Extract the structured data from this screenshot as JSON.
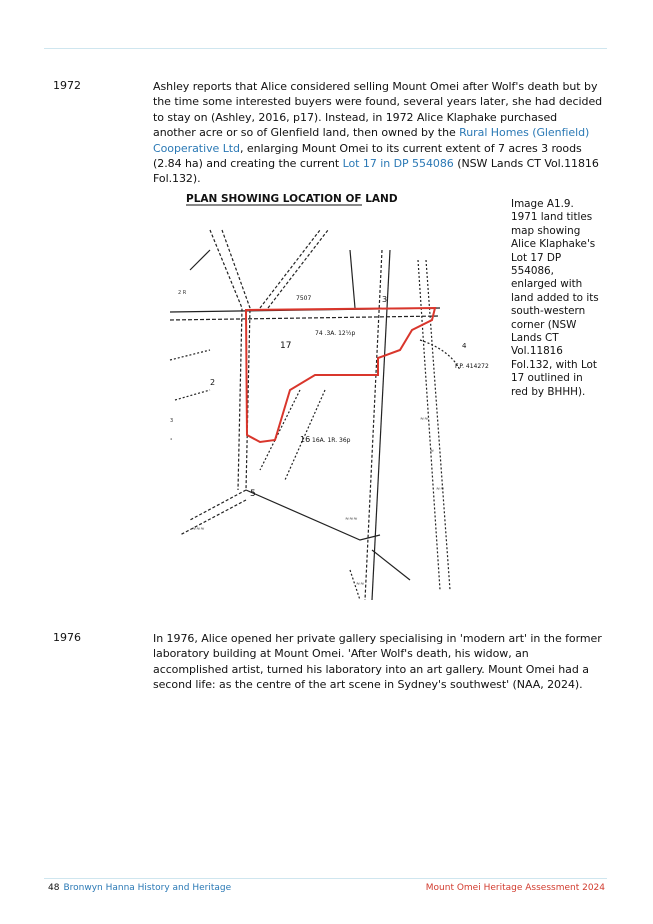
{
  "sections": [
    {
      "year": "1972",
      "text_parts": [
        "Ashley reports that Alice considered selling Mount Omei after Wolf's death but by the time some interested buyers were found, several years later, she had decided to stay on (Ashley, 2016, p17). Instead, in 1972 Alice Klaphake purchased another acre or so of Glenfield land, then owned by the ",
        "Rural Homes (Glenfield) Cooperative Ltd",
        ", enlarging Mount Omei to its current extent of 7 acres 3 roods (2.84 ha) and creating the current ",
        "Lot 17 in DP 554086",
        " (NSW Lands CT Vol.11816 Fol.132)."
      ]
    },
    {
      "year": "1976",
      "text": "In 1976, Alice opened her private gallery specialising in 'modern art' in the former laboratory building at Mount Omei. 'After Wolf's death, his widow, an accomplished artist, turned his laboratory into an art gallery. Mount Omei had a second life: as the centre of the art scene in Sydney's southwest' (NAA, 2024)."
    }
  ],
  "figure": {
    "map_title": "PLAN SHOWING LOCATION OF LAND",
    "caption": "Image A1.9. 1971 land titles map showing Alice Klaphake's Lot 17 DP 554086, enlarged with land added to its south-western corner (NSW Lands CT Vol.11816 Fol.132, with Lot 17 outlined in red by BHHH).",
    "map_labels": {
      "lot_17": "17",
      "lot_16": "16",
      "lot_3": "3",
      "lot_4": "4",
      "lot_5": "5",
      "lot_2": "2",
      "area": "74 .3A. 12½p",
      "area_16": "16A. 1R. 36p",
      "plan_ref": "F.P. 414272",
      "label_7507": "7507"
    }
  },
  "footer": {
    "page_number": "48",
    "org": "Bronwyn Hanna History and Heritage",
    "doc_title": "Mount Omei Heritage Assessment 2024"
  },
  "colors": {
    "accent_blue": "#2b79b5",
    "footer_red": "#d23c2f",
    "lot_outline": "#d9362c"
  }
}
